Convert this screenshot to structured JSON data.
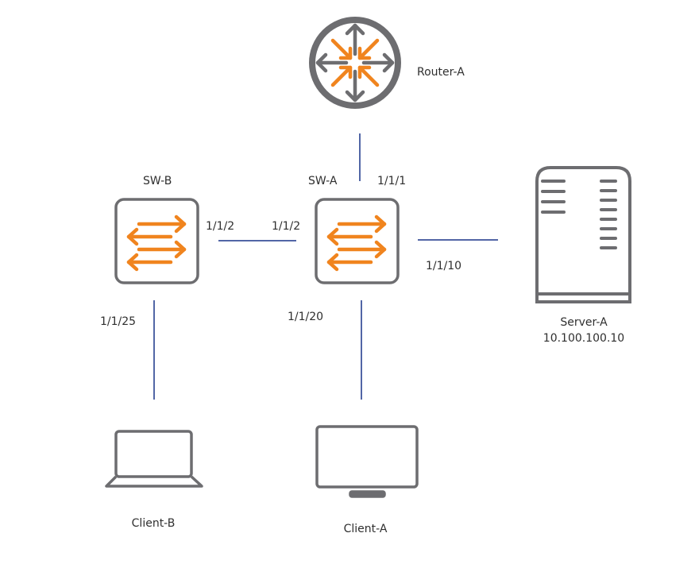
{
  "diagram": {
    "colors": {
      "device_outline": "#6d6d70",
      "accent_orange": "#f0841e",
      "link_blue": "#5266a6"
    },
    "nodes": {
      "router_a": {
        "label": "Router-A",
        "icon": "router-icon"
      },
      "sw_a": {
        "label": "SW-A",
        "icon": "switch-icon"
      },
      "sw_b": {
        "label": "SW-B",
        "icon": "switch-icon"
      },
      "server_a": {
        "label": "Server-A",
        "ip": "10.100.100.10",
        "icon": "server-icon"
      },
      "client_a": {
        "label": "Client-A",
        "icon": "desktop-monitor-icon"
      },
      "client_b": {
        "label": "Client-B",
        "icon": "laptop-icon"
      }
    },
    "ports": {
      "sw_a_to_router": "1/1/1",
      "sw_a_to_sw_b": "1/1/2",
      "sw_b_to_sw_a": "1/1/2",
      "sw_a_to_server": "1/1/10",
      "sw_a_to_client_a": "1/1/20",
      "sw_b_to_client_b": "1/1/25"
    }
  }
}
